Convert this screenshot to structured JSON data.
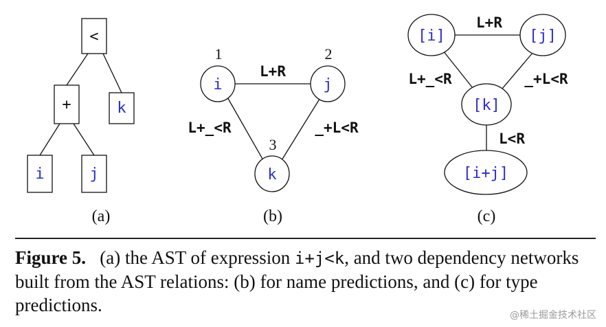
{
  "panel_a": {
    "nodes": {
      "lt": "<",
      "plus": "+",
      "k": "k",
      "i": "i",
      "j": "j"
    },
    "label": "(a)"
  },
  "panel_b": {
    "nodes": {
      "i": "i",
      "j": "j",
      "k": "k"
    },
    "numbers": {
      "one": "1",
      "two": "2",
      "three": "3"
    },
    "edges": {
      "ij": "L+R",
      "ik": "L+_<R",
      "jk": "_+L<R"
    },
    "label": "(b)"
  },
  "panel_c": {
    "nodes": {
      "i": "[i]",
      "j": "[j]",
      "k": "[k]",
      "ipj": "[i+j]"
    },
    "edges": {
      "ij": "L+R",
      "ik": "L+_<R",
      "jk": "_+L<R",
      "k_ipj": "L<R"
    },
    "label": "(c)"
  },
  "caption": {
    "label": "Figure 5.",
    "part1": "(a) the AST of expression ",
    "code": "i+j<k",
    "part2": ", and two dependency networks built from the AST relations: (b) for name predictions, and (c) for type predictions."
  },
  "watermark": "@稀土掘金技术社区"
}
